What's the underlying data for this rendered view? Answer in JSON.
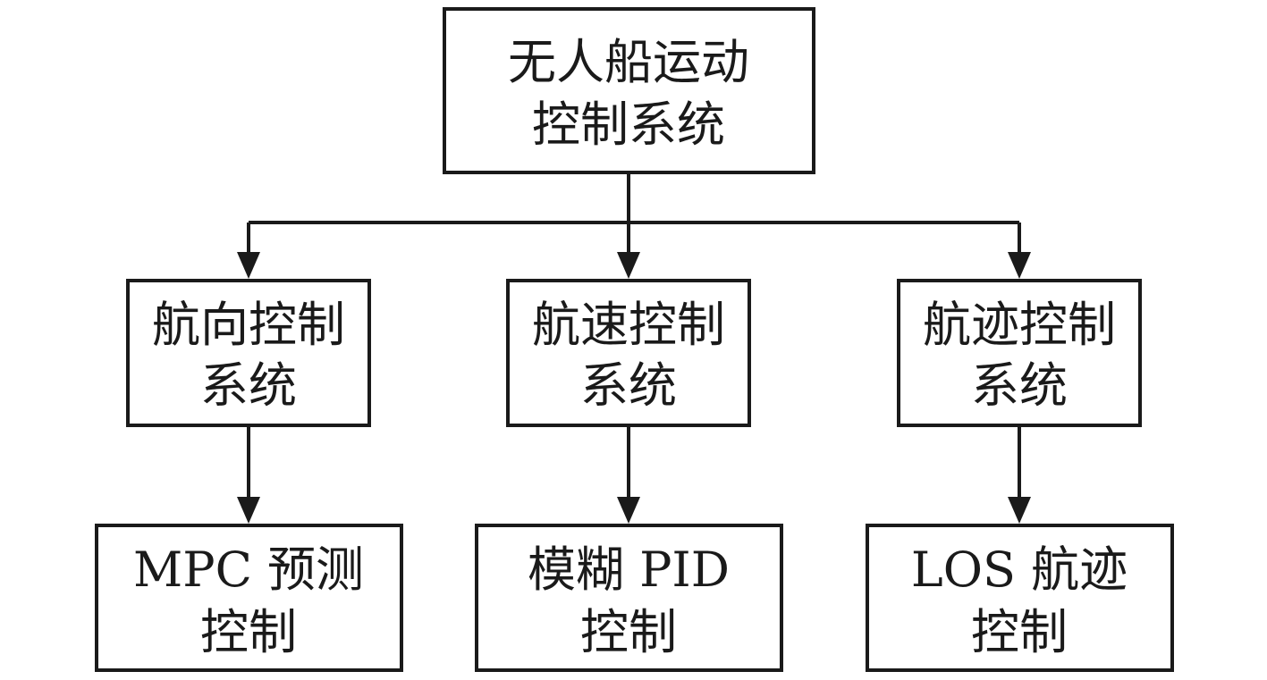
{
  "nodes": {
    "root": {
      "lines": [
        "无人船运动",
        "控制系统"
      ]
    },
    "heading_control": {
      "lines": [
        "航向控制",
        "系统"
      ]
    },
    "speed_control": {
      "lines": [
        "航速控制",
        "系统"
      ]
    },
    "track_control": {
      "lines": [
        "航迹控制",
        "系统"
      ]
    },
    "mpc_control": {
      "lines": [
        "MPC 预测",
        "控制"
      ]
    },
    "fuzzy_pid_control": {
      "lines": [
        "模糊 PID",
        "控制"
      ]
    },
    "los_track_control": {
      "lines": [
        "LOS 航迹",
        "控制"
      ]
    }
  },
  "edges": [
    {
      "from": "root",
      "to": "heading_control"
    },
    {
      "from": "root",
      "to": "speed_control"
    },
    {
      "from": "root",
      "to": "track_control"
    },
    {
      "from": "heading_control",
      "to": "mpc_control"
    },
    {
      "from": "speed_control",
      "to": "fuzzy_pid_control"
    },
    {
      "from": "track_control",
      "to": "los_track_control"
    }
  ]
}
